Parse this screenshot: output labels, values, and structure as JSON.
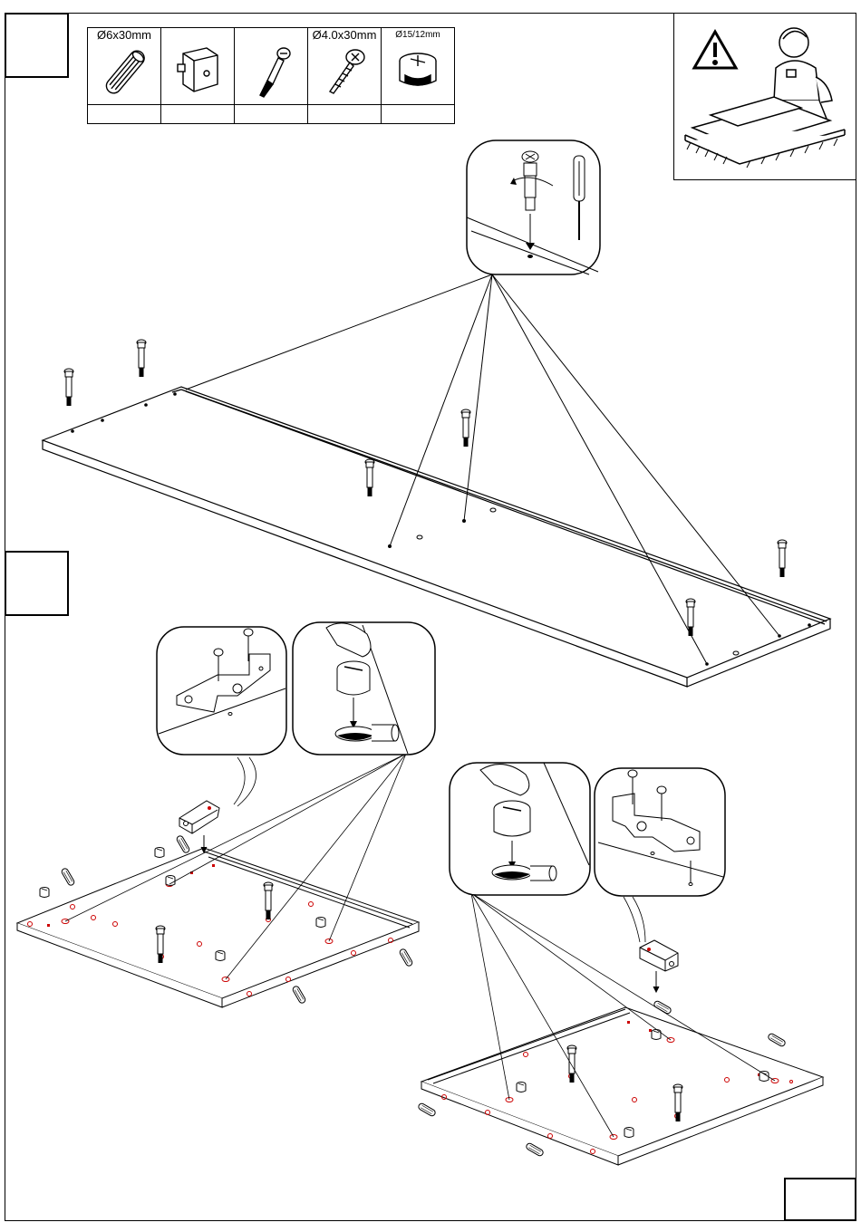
{
  "parts": [
    {
      "label": "Ø6x30mm",
      "icon": "wooden-dowel",
      "qty": ""
    },
    {
      "label": "",
      "icon": "corner-bracket",
      "qty": ""
    },
    {
      "label": "",
      "icon": "cam-bolt",
      "qty": ""
    },
    {
      "label": "Ø4.0x30mm",
      "icon": "screw",
      "qty": ""
    },
    {
      "label": "Ø15/12mm",
      "icon": "cam-lock",
      "qty": ""
    }
  ],
  "colors": {
    "line": "#000000",
    "hole_marker": "#cc0000",
    "paper": "#ffffff"
  }
}
